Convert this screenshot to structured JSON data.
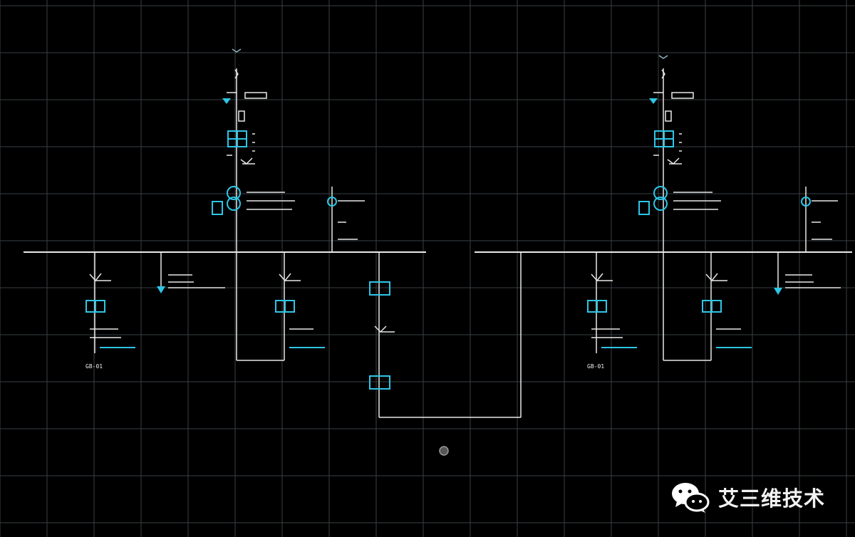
{
  "colors": {
    "background": "#000000",
    "grid": "#3a3f44",
    "wire": "#e8e8e8",
    "device": "#2ec6e6",
    "label": "#f0f0f0"
  },
  "labels": {
    "left_feeder_tag": "GB-01",
    "right_feeder_tag": "GB-01"
  },
  "watermark": {
    "icon": "wechat-logo",
    "text": "艾三维技术"
  }
}
